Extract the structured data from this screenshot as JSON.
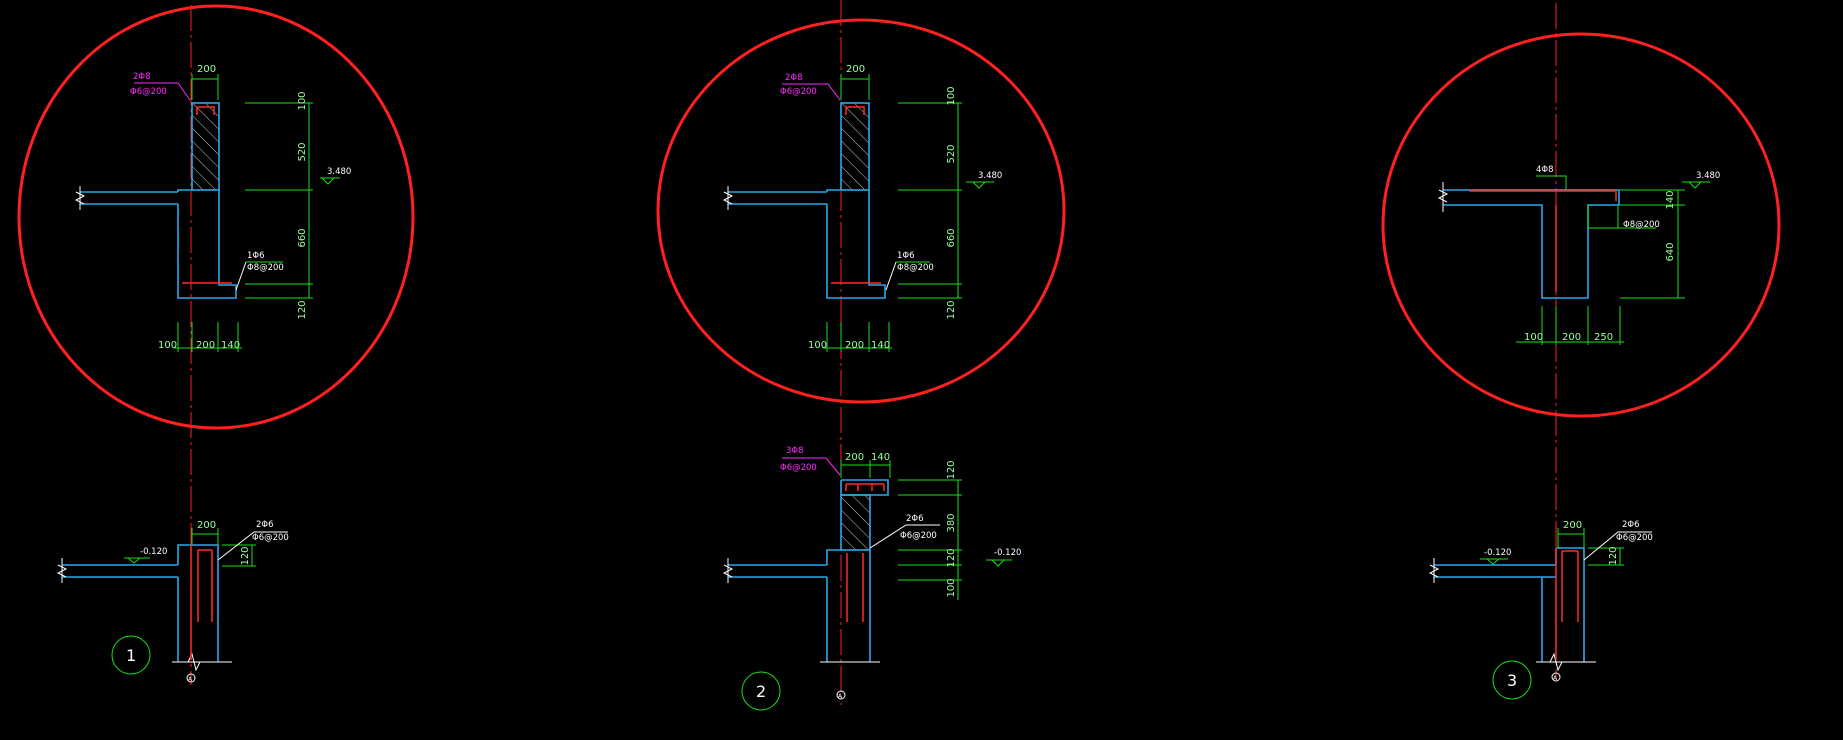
{
  "colors": {
    "background": "#000000",
    "dimension": "#19e019",
    "outline": "#2aa8e8",
    "rebar": "#ff2020",
    "annotation": "#ff2bff",
    "text": "#ffffff"
  },
  "detail1": {
    "top": {
      "rebar_top": "2Φ8",
      "rebar_top_stirrup": "Φ6@200",
      "dim_width": "200",
      "dim_v1": "100",
      "dim_v2": "520",
      "dim_v3": "660",
      "dim_v4": "120",
      "elev": "3.480",
      "rebar_bottom": "1Φ6",
      "rebar_bottom_stirrup": "Φ8@200",
      "dim_b1": "100",
      "dim_b2": "200",
      "dim_b3": "140"
    },
    "bottom": {
      "dim_width": "200",
      "rebar": "2Φ6",
      "stirrup": "Φ6@200",
      "dim_v": "120",
      "elev": "-0.120"
    },
    "axis": "A",
    "number": "1"
  },
  "detail2": {
    "top": {
      "rebar_top": "2Φ8",
      "rebar_top_stirrup": "Φ6@200",
      "dim_width": "200",
      "dim_v1": "100",
      "dim_v2": "520",
      "dim_v3": "660",
      "dim_v4": "120",
      "elev": "3.480",
      "rebar_bottom": "1Φ6",
      "rebar_bottom_stirrup": "Φ8@200",
      "dim_b1": "100",
      "dim_b2": "200",
      "dim_b3": "140"
    },
    "bottom": {
      "rebar_top": "3Φ8",
      "rebar_top_stirrup": "Φ6@200",
      "dim_w1": "200",
      "dim_w2": "140",
      "dim_v1": "120",
      "dim_v2": "380",
      "dim_v3": "120",
      "dim_v4": "100",
      "rebar": "2Φ6",
      "stirrup": "Φ6@200",
      "elev": "-0.120"
    },
    "axis": "A",
    "number": "2"
  },
  "detail3": {
    "top": {
      "rebar_top": "4Φ8",
      "elev": "3.480",
      "dim_v1": "140",
      "dim_v2": "640",
      "rebar_bottom_stirrup": "Φ8@200",
      "dim_b1": "100",
      "dim_b2": "200",
      "dim_b3": "250"
    },
    "bottom": {
      "dim_width": "200",
      "rebar": "2Φ6",
      "stirrup": "Φ6@200",
      "dim_v": "120",
      "elev": "-0.120"
    },
    "axis": "A",
    "number": "3"
  }
}
